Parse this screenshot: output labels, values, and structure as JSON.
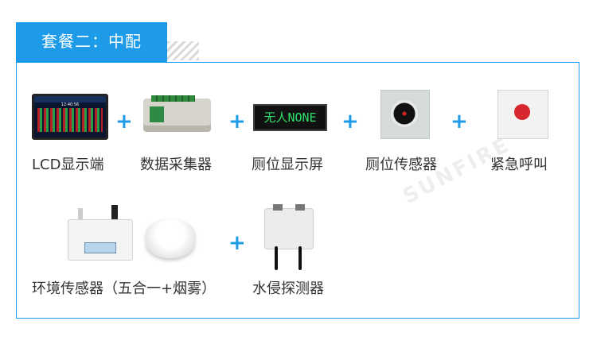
{
  "package": {
    "title": "套餐二：中配"
  },
  "devices": {
    "lcd": {
      "label": "LCD显示端"
    },
    "collector": {
      "label": "数据采集器"
    },
    "led": {
      "label": "厕位显示屏",
      "screen_text": "无人NONE"
    },
    "occupancy": {
      "label": "厕位传感器"
    },
    "call": {
      "label": "紧急呼叫"
    },
    "env": {
      "label": "环境传感器（五合一+烟雾）"
    },
    "water": {
      "label": "水侵探测器"
    }
  },
  "plus_sign": "+",
  "watermark": "SUNFIRE",
  "colors": {
    "accent": "#1e9be8",
    "text": "#333333"
  }
}
